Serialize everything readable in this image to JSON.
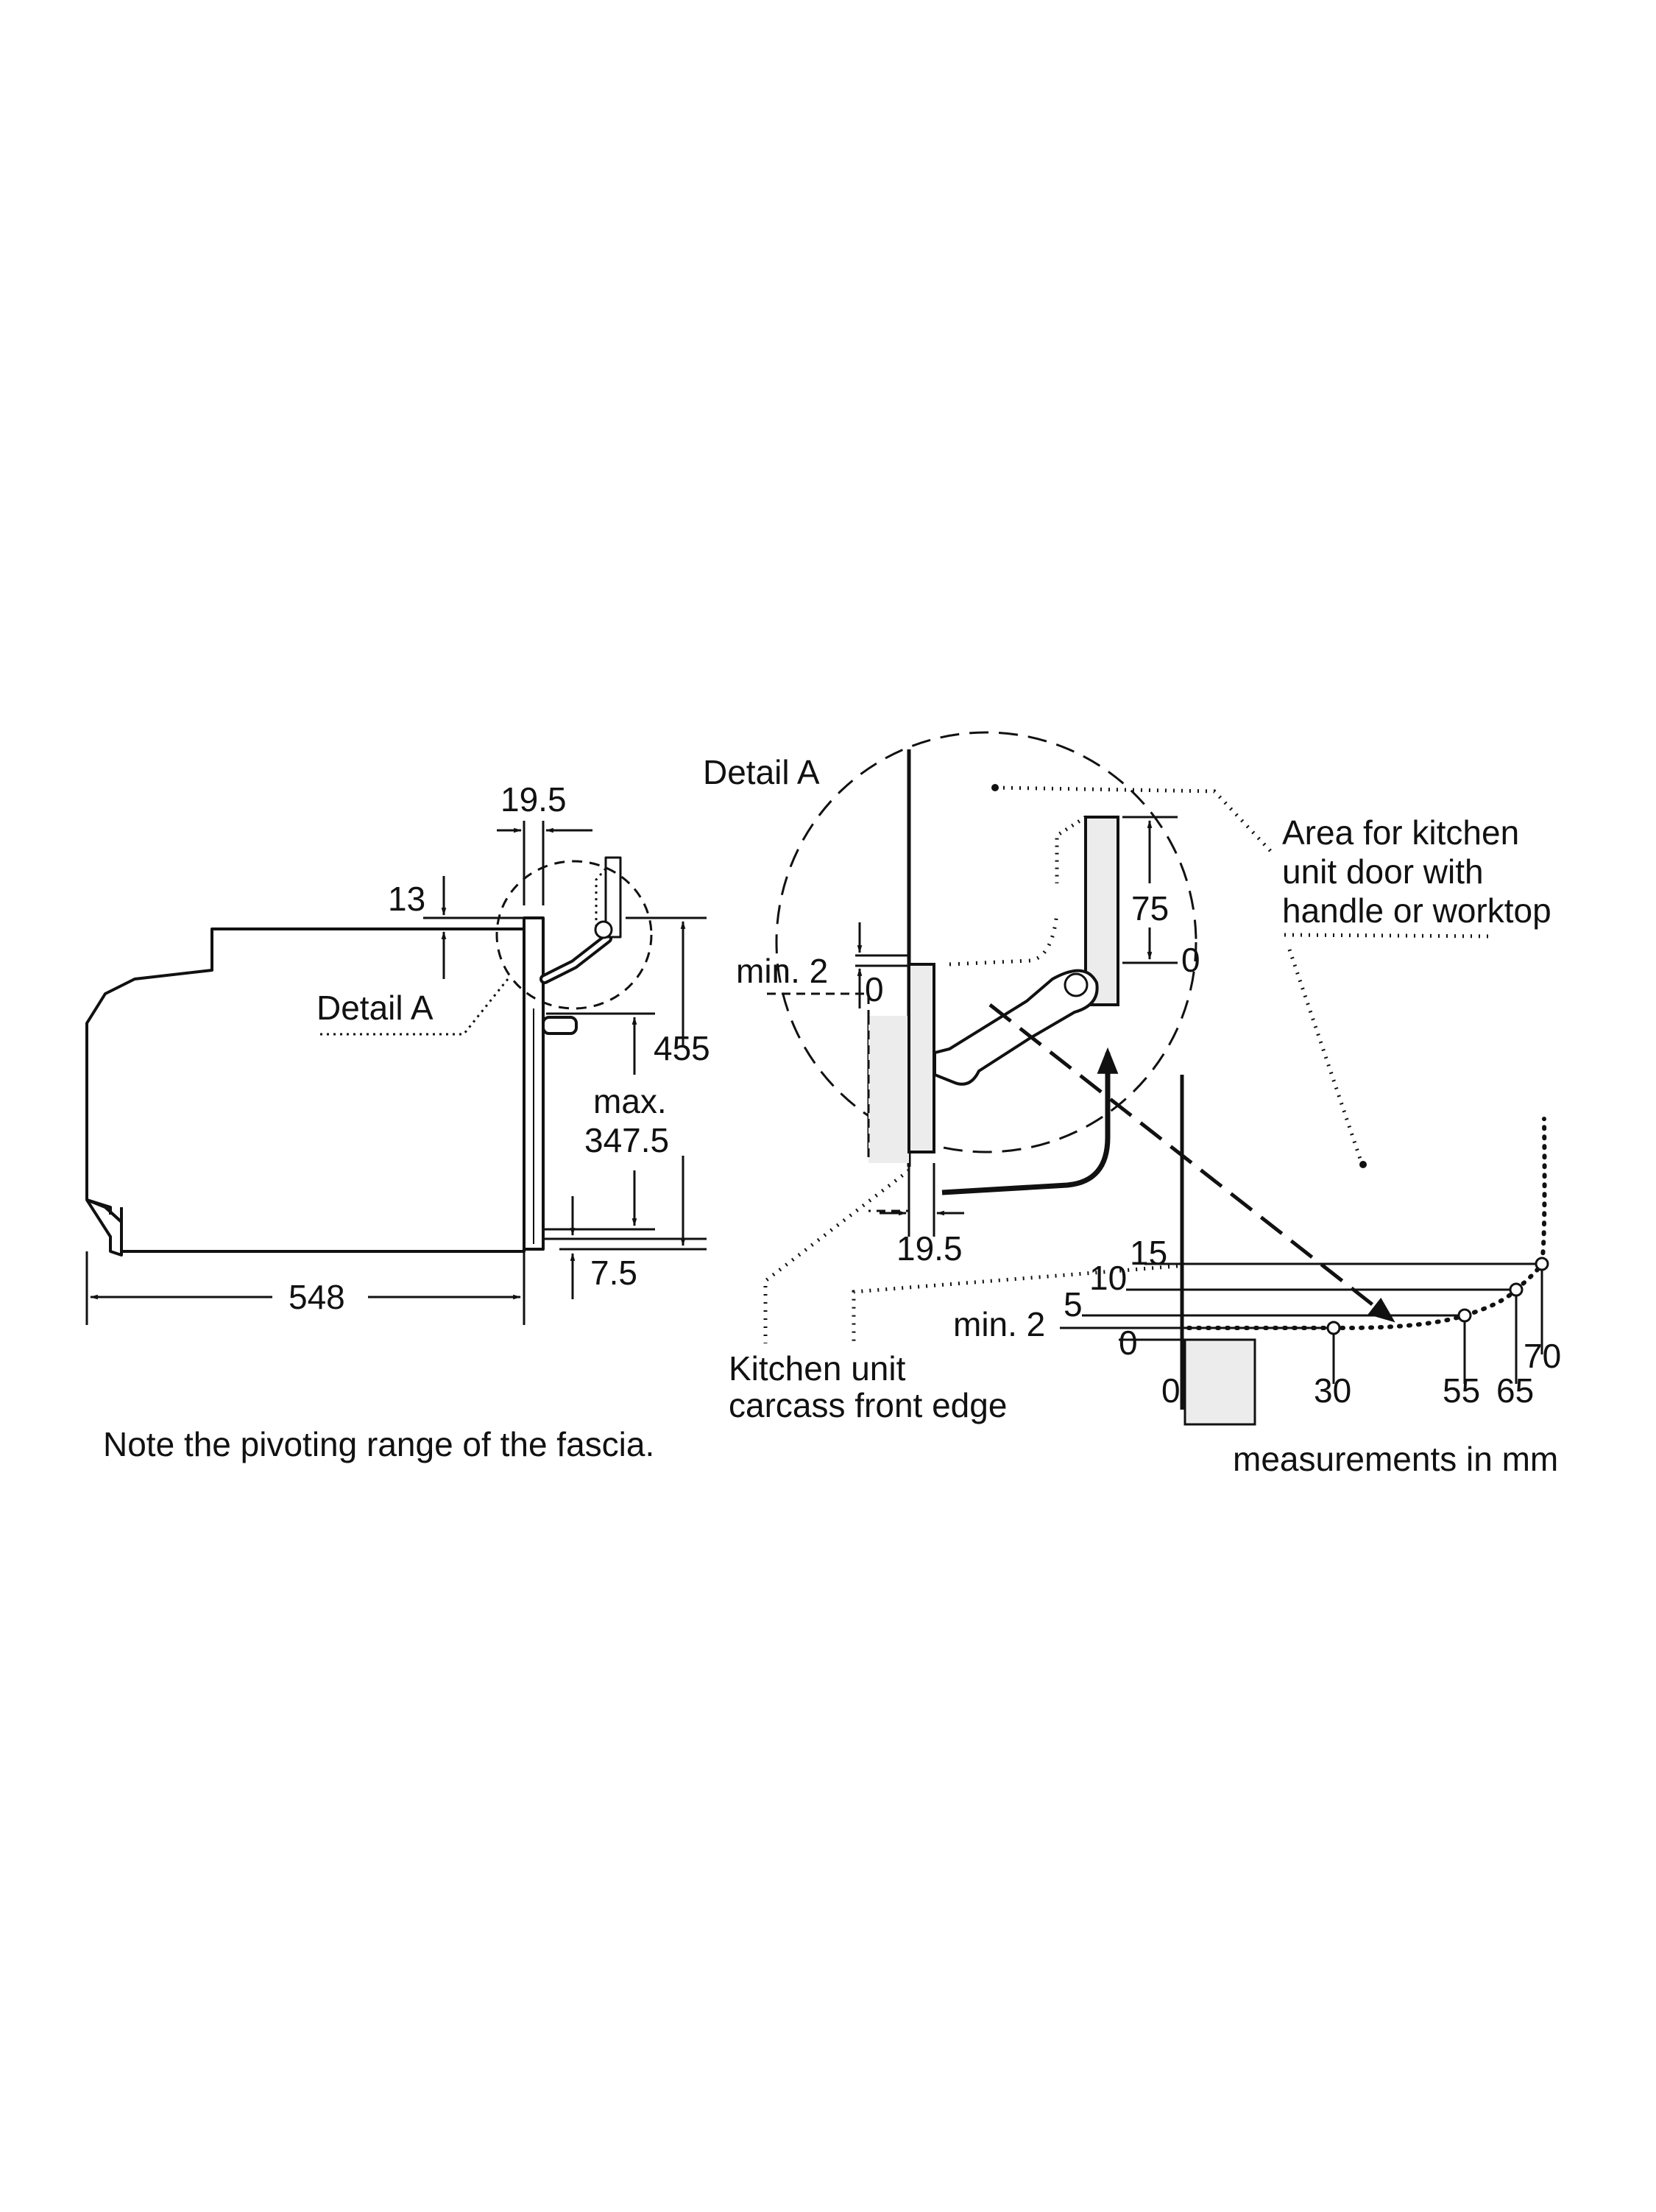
{
  "side_view": {
    "dim_fascia_depth": "19.5",
    "dim_top_offset": "13",
    "dim_height": "455",
    "dim_max_label": "max.",
    "dim_max_value": "347.5",
    "dim_bottom": "7.5",
    "dim_depth": "548",
    "detail_label": "Detail A"
  },
  "detail": {
    "title": "Detail A",
    "dim_min": "min. 2",
    "dim_zero": "0",
    "dim_75": "75",
    "dim_0_right": "0",
    "dim_19_5": "19.5",
    "area_label": [
      "Area for kitchen",
      "unit door with",
      "handle or worktop"
    ],
    "carcass_label": [
      "Kitchen unit",
      "carcass front edge"
    ]
  },
  "curve_chart": {
    "y_labels": [
      "15",
      "10",
      "5",
      "min. 2",
      "0"
    ],
    "x_labels": [
      "0",
      "30",
      "55",
      "65",
      "70"
    ]
  },
  "note": "Note the pivoting range of the fascia.",
  "units": "measurements in mm"
}
